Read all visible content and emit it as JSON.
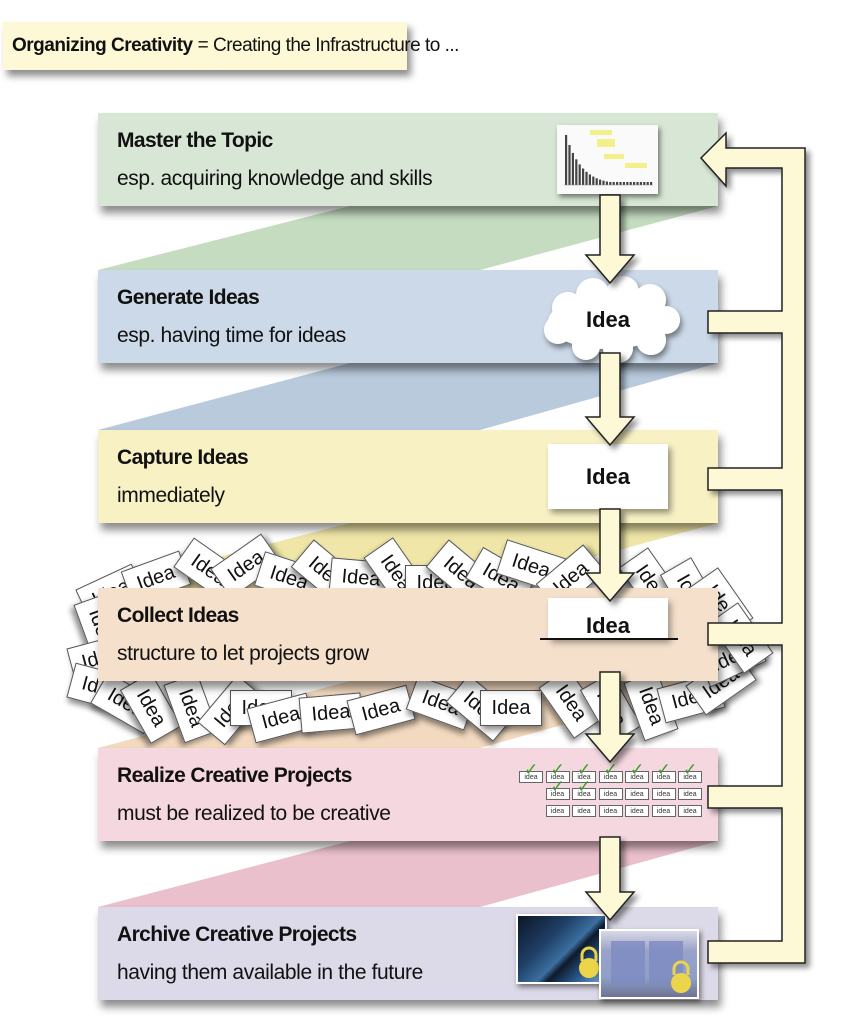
{
  "title": {
    "bold": "Organizing Creativity",
    "rest": "= Creating the Infrastructure to ..."
  },
  "steps": [
    {
      "label": "Master the Topic",
      "sub": "esp. acquiring knowledge and skills",
      "color": "#d8e7d5",
      "connector_color": "#c5dcc1",
      "illustration": "chart-thumbnail"
    },
    {
      "label": "Generate Ideas",
      "sub": "esp. having time for ideas",
      "color": "#ccd9e8",
      "connector_color": "#b9cadd",
      "illustration": "cloud",
      "idea_text": "Idea"
    },
    {
      "label": "Capture Ideas",
      "sub": "immediately",
      "color": "#f8f1c4",
      "connector_color": "#efe6a8",
      "illustration": "card",
      "idea_text": "Idea"
    },
    {
      "label": "Collect Ideas",
      "sub": "structure to let projects grow",
      "color": "#f5e0cc",
      "connector_color": "#f2d9bf",
      "illustration": "filed-card",
      "idea_text": "Idea"
    },
    {
      "label": "Realize Creative Projects",
      "sub": "must be realized to be creative",
      "color": "#f5d8df",
      "connector_color": "#eac0cc",
      "illustration": "idea-grid"
    },
    {
      "label": "Archive Creative Projects",
      "sub": "having them available in the future",
      "color": "#dcd9e8",
      "illustration": "locked-photos"
    }
  ],
  "scattered_card_text": "Idea",
  "idea_grid": {
    "cell_text": "idea",
    "rows": [
      {
        "count": 7,
        "checked": 7
      },
      {
        "count": 6,
        "checked": 2
      },
      {
        "count": 6,
        "checked": 0
      }
    ]
  },
  "arrows": {
    "fill": "#fdf8d6",
    "stroke": "#222222"
  },
  "icons": {
    "check": "✓"
  }
}
